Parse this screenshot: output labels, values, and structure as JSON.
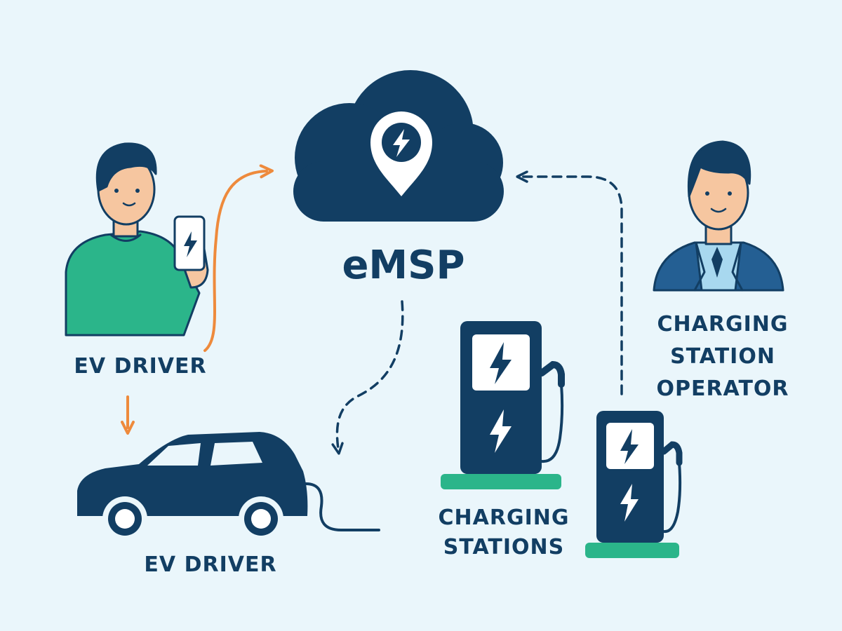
{
  "title": "eMSP",
  "labels": {
    "ev_driver_top": "EV DRIVER",
    "ev_driver_bottom": "EV DRIVER",
    "charging_stations": [
      "CHARGING",
      "STATIONS"
    ],
    "operator": [
      "CHARGING",
      "STATION",
      "OPERATOR"
    ]
  },
  "colors": {
    "background": "#eaf6fb",
    "navy": "#123e63",
    "green": "#2bb58a",
    "orange": "#ee8a3c",
    "skin": "#f6c6a0",
    "suit": "#245f93",
    "shirt": "#a8d8ef"
  },
  "icons": [
    "cloud-icon",
    "location-pin-icon",
    "lightning-bolt-icon",
    "smartphone-icon",
    "car-icon",
    "charging-station-icon"
  ]
}
